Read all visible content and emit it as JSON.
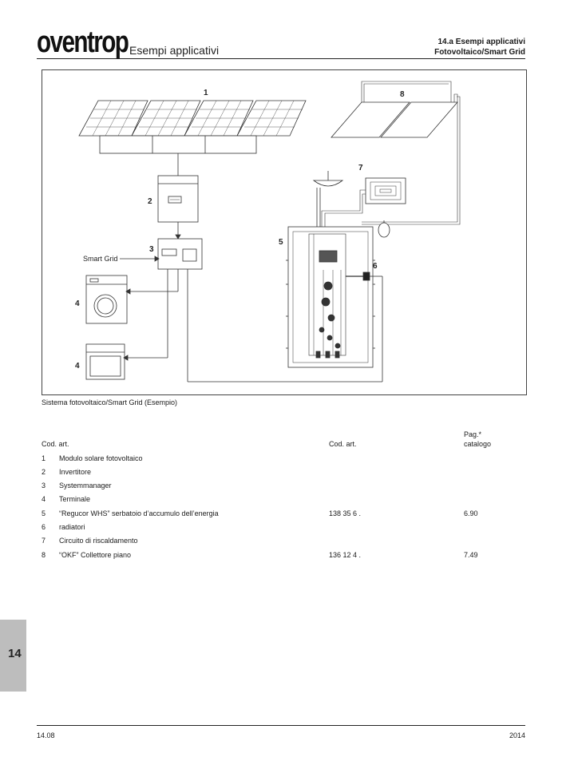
{
  "header": {
    "logo": "oventrop",
    "subtitle": "Esempi applicativi",
    "section_line1": "14.a Esempi applicativi",
    "section_line2": "Fotovoltaico/Smart Grid"
  },
  "diagram": {
    "labels": {
      "n1": "1",
      "n2": "2",
      "n3": "3",
      "n4a": "4",
      "n4b": "4",
      "n5": "5",
      "n6": "6",
      "n7": "7",
      "n8": "8",
      "smart_grid": "Smart Grid"
    }
  },
  "caption": "Sistema fotovoltaico/Smart Grid (Esempio)",
  "table": {
    "head_code": "Cod. art.",
    "head_code2": "Cod. art.",
    "head_page_line1": "Pag.*",
    "head_page_line2": "catalogo",
    "rows": [
      {
        "num": "1",
        "desc": "Modulo solare fotovoltaico",
        "code": "",
        "page": ""
      },
      {
        "num": "2",
        "desc": "Invertitore",
        "code": "",
        "page": ""
      },
      {
        "num": "3",
        "desc": "Systemmanager",
        "code": "",
        "page": ""
      },
      {
        "num": "4",
        "desc": "Terminale",
        "code": "",
        "page": ""
      },
      {
        "num": "5",
        "desc": "“Regucor WHS” serbatoio d’accumulo dell’energia",
        "code": "138 35 6 .",
        "page": "6.90"
      },
      {
        "num": "6",
        "desc": "radiatori",
        "code": "",
        "page": ""
      },
      {
        "num": "7",
        "desc": "Circuito di riscaldamento",
        "code": "",
        "page": ""
      },
      {
        "num": "8",
        "desc": "“OKF” Collettore piano",
        "code": "136 12 4 .",
        "page": "7.49"
      }
    ]
  },
  "side_tab": "14",
  "footer": {
    "left": "14.08",
    "right": "2014"
  }
}
